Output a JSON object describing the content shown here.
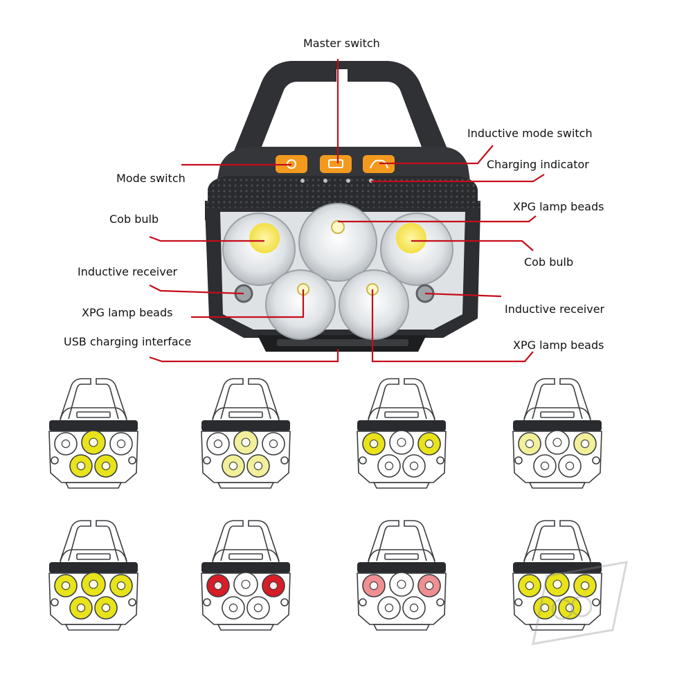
{
  "callouts": {
    "master_switch": "Master switch",
    "inductive_mode_switch": "Inductive mode switch",
    "charging_indicator": "Charging indicator",
    "mode_switch": "Mode switch",
    "xpg_top": "XPG lamp beads",
    "cob_left": "Cob bulb",
    "cob_right": "Cob bulb",
    "inductive_receiver_left": "Inductive receiver",
    "inductive_receiver_right": "Inductive receiver",
    "xpg_left": "XPG lamp beads",
    "usb_charging": "USB charging interface",
    "xpg_bottom": "XPG lamp beads"
  },
  "colors": {
    "leader_line": "#c40d1a",
    "button_orange": "#f39a1e",
    "body_dark": "#2b2d30",
    "lit_yellow": "#e8e31a",
    "lit_pale_yellow": "#f2f09a",
    "lit_red": "#d81d27",
    "lit_pink": "#ef8f92"
  },
  "lighting_modes": [
    {
      "id": "mode-1",
      "lit": [
        "xpg-top",
        "xpg-bottom-left",
        "xpg-bottom-right"
      ],
      "color": "lit_yellow"
    },
    {
      "id": "mode-2",
      "lit": [
        "xpg-top",
        "xpg-bottom-left",
        "xpg-bottom-right"
      ],
      "color": "lit_pale_yellow"
    },
    {
      "id": "mode-3",
      "lit": [
        "cob-left",
        "cob-right"
      ],
      "color": "lit_yellow"
    },
    {
      "id": "mode-4",
      "lit": [
        "cob-left",
        "cob-right"
      ],
      "color": "lit_pale_yellow"
    },
    {
      "id": "mode-5",
      "lit": [
        "cob-left",
        "cob-right",
        "xpg-top",
        "xpg-bottom-left",
        "xpg-bottom-right"
      ],
      "color": "lit_yellow"
    },
    {
      "id": "mode-6",
      "lit": [
        "cob-left",
        "cob-right"
      ],
      "color": "lit_red"
    },
    {
      "id": "mode-7",
      "lit": [
        "cob-left",
        "cob-right"
      ],
      "color": "lit_pink"
    },
    {
      "id": "mode-8",
      "lit": [
        "cob-left",
        "cob-right",
        "xpg-top",
        "xpg-bottom-left",
        "xpg-bottom-right"
      ],
      "color": "lit_yellow"
    }
  ]
}
